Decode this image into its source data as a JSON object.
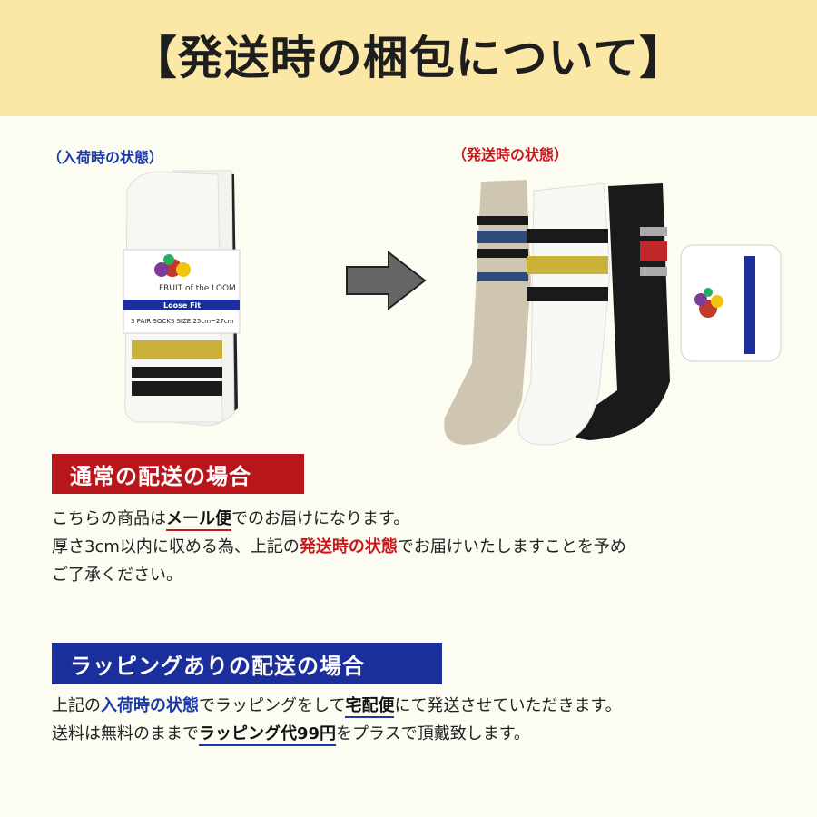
{
  "header": {
    "title": "【発送時の梱包について】"
  },
  "left_panel": {
    "caption": "（入荷時の状態）"
  },
  "right_panel": {
    "caption": "（発送時の状態）"
  },
  "product_package": {
    "brand": "FRUIT of the LOOM",
    "fit": "Loose Fit",
    "pack": "3 PAIR SOCKS",
    "size": "SIZE 25cm~27cm"
  },
  "normal": {
    "badge": "通常の配送の場合",
    "l1a": "こちらの商品は",
    "l1b": "メール便",
    "l1c": "でのお届けになります。",
    "l2a": "厚さ3cm以内に収める為、上記の",
    "l2b": "発送時の状態",
    "l2c": "でお届けいたしますことを予め",
    "l3": "ご了承ください。"
  },
  "wrapping": {
    "badge": "ラッピングありの配送の場合",
    "l1a": "上記の",
    "l1b": "入荷時の状態",
    "l1c": "でラッピングをして",
    "l1d": "宅配便",
    "l1e": "にて発送させていただきます。",
    "l2a": "送料は無料のままで",
    "l2b": "ラッピング代99円",
    "l2c": "をプラスで頂戴致します。"
  },
  "colors": {
    "header_bg": "#fbe7a6",
    "red": "#b8161a",
    "blue": "#1b2f9c",
    "page_bg": "#fdfcf3"
  }
}
